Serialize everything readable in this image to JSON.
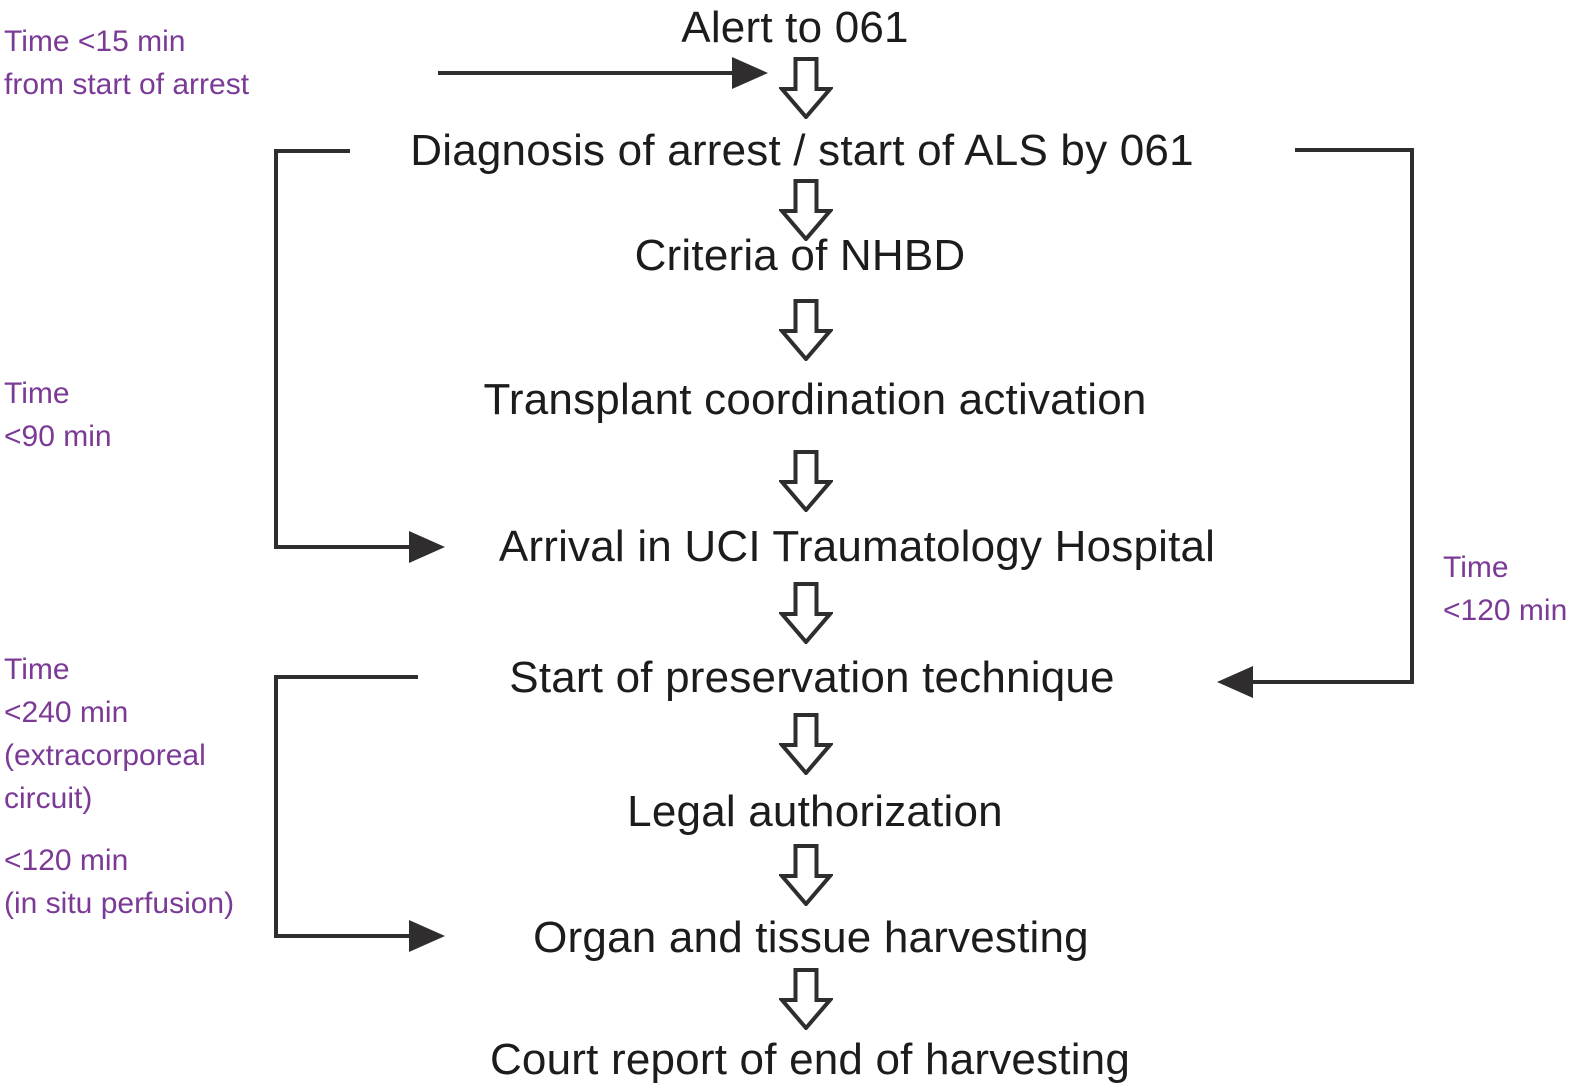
{
  "title": "Non-heart-beating donor (NHBD) procedure flowchart",
  "colors": {
    "bg": "#ffffff",
    "text": "#1d1b1c",
    "line": "#2f2d2e",
    "purple": "#7b3a96"
  },
  "flow": {
    "steps": [
      {
        "label": "Alert to 061"
      },
      {
        "label": "Diagnosis of arrest / start of ALS by 061"
      },
      {
        "label": "Criteria of NHBD"
      },
      {
        "label": "Transplant coordination activation"
      },
      {
        "label": "Arrival in UCI Traumatology Hospital"
      },
      {
        "label": "Start of preservation technique"
      },
      {
        "label": "Legal authorization"
      },
      {
        "label": "Organ and tissue harvesting"
      },
      {
        "label": "Court report of end of harvesting"
      }
    ]
  },
  "annotations": {
    "alert_time": {
      "lines": [
        "Time <15 min",
        "from start of arrest"
      ]
    },
    "arrival_time": {
      "lines": [
        "Time",
        "<90 min"
      ]
    },
    "preservation_time": {
      "lines": [
        "Time",
        "<120 min"
      ]
    },
    "harvesting_time": {
      "group1": [
        "Time",
        "<240 min",
        "(extracorporeal",
        "circuit)"
      ],
      "group2": [
        "<120 min",
        "(in situ perfusion)"
      ]
    }
  }
}
